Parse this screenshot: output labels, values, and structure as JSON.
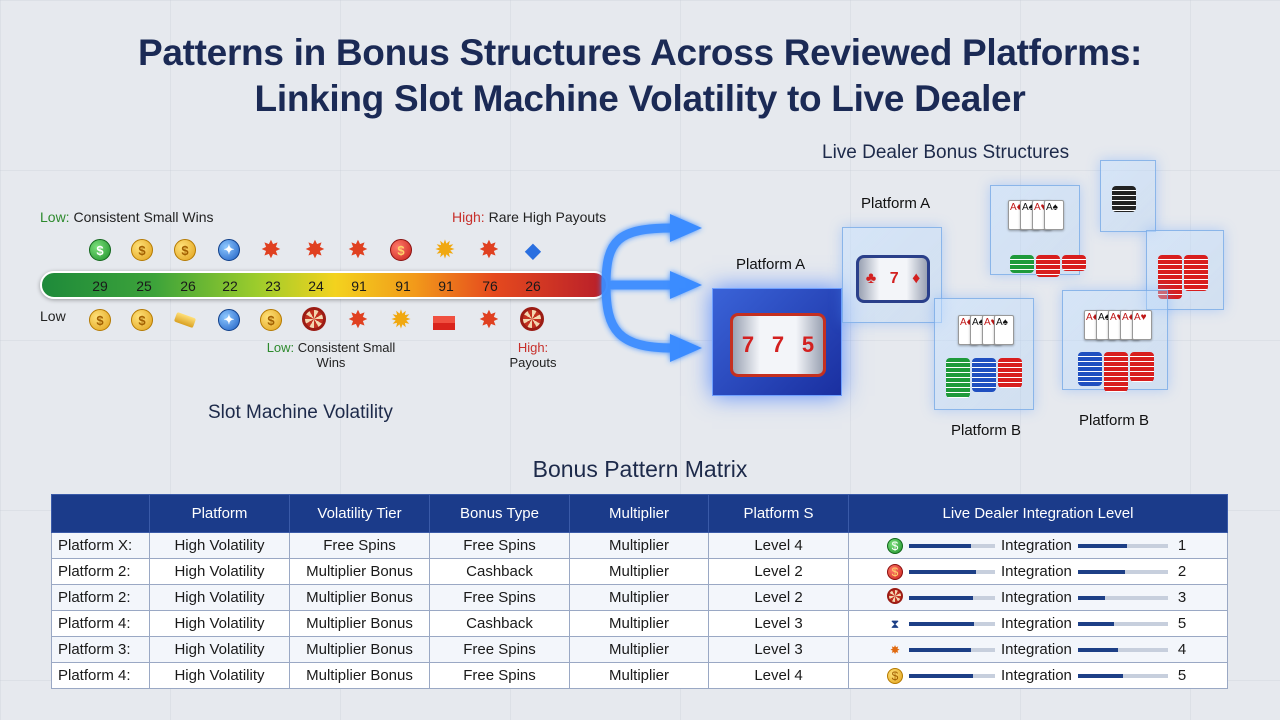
{
  "title": {
    "line1": "Patterns in Bonus Structures Across Reviewed Platforms:",
    "line2": "Linking Slot Machine Volatility to Live Dealer"
  },
  "slot": {
    "low_label_prefix": "Low:",
    "low_label_text": " Consistent Small Wins",
    "high_label_prefix": "High:",
    "high_label_text": " Rare High Payouts",
    "low_row_label": "Low",
    "bar_values": [
      "29",
      "25",
      "26",
      "22",
      "23",
      "24",
      "91",
      "91",
      "91",
      "76",
      "26"
    ],
    "low_caption_prefix": "Low:",
    "low_caption_text": " Consistent Small Wins",
    "high_caption_prefix": "High:",
    "high_caption_text": "Payouts",
    "section_title": "Slot Machine Volatility"
  },
  "live_dealer": {
    "section_title": "Live Dealer Bonus Structures",
    "labels": [
      "Platform A",
      "Platform A",
      "Platform B",
      "Platform B"
    ]
  },
  "matrix": {
    "title": "Bonus Pattern Matrix",
    "headers": [
      "",
      "Platform",
      "Volatility Tier",
      "Bonus Type",
      "Multiplier",
      "Platform S",
      "Live Dealer Integration Level"
    ],
    "rows": [
      {
        "platform": "Platform X:",
        "volatility": "High Volatility",
        "tier": "Free Spins",
        "bonus": "Free Spins",
        "multiplier": "Multiplier",
        "level": "Level 4",
        "integration": "Integration",
        "value": "1",
        "icon": "green-coin-icon",
        "fill1": 0.72,
        "fill2": 0.55
      },
      {
        "platform": "Platform 2:",
        "volatility": "High Volatility",
        "tier": "Multiplier Bonus",
        "bonus": "Cashback",
        "multiplier": "Multiplier",
        "level": "Level 2",
        "integration": "Integration",
        "value": "2",
        "icon": "red-coin-icon",
        "fill1": 0.78,
        "fill2": 0.52
      },
      {
        "platform": "Platform 2:",
        "volatility": "High Volatility",
        "tier": "Multiplier Bonus",
        "bonus": "Free Spins",
        "multiplier": "Multiplier",
        "level": "Level 2",
        "integration": "Integration",
        "value": "3",
        "icon": "wheel-icon",
        "fill1": 0.74,
        "fill2": 0.3
      },
      {
        "platform": "Platform 4:",
        "volatility": "High Volatility",
        "tier": "Multiplier Bonus",
        "bonus": "Cashback",
        "multiplier": "Multiplier",
        "level": "Level 3",
        "integration": "Integration",
        "value": "5",
        "icon": "hourglass-icon",
        "fill1": 0.76,
        "fill2": 0.4
      },
      {
        "platform": "Platform 3:",
        "volatility": "High Volatility",
        "tier": "Multiplier Bonus",
        "bonus": "Free Spins",
        "multiplier": "Multiplier",
        "level": "Level 3",
        "integration": "Integration",
        "value": "4",
        "icon": "burst-icon",
        "fill1": 0.72,
        "fill2": 0.45
      },
      {
        "platform": "Platform 4:",
        "volatility": "High Volatility",
        "tier": "Multiplier Bonus",
        "bonus": "Free Spins",
        "multiplier": "Multiplier",
        "level": "Level 4",
        "integration": "Integration",
        "value": "5",
        "icon": "gold-coin-icon",
        "fill1": 0.74,
        "fill2": 0.5
      }
    ]
  },
  "colors": {
    "title": "#1b2a55",
    "table_header": "#1b3b8a",
    "low": "#2d8a2d",
    "high": "#c7302b"
  }
}
